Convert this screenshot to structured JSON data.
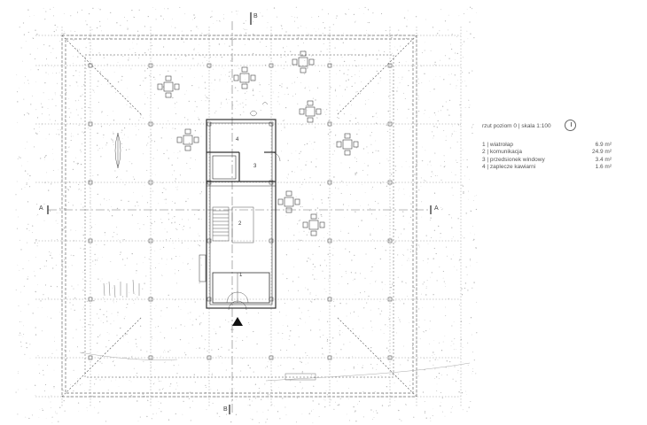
{
  "legend": {
    "title": "rzut poziom 0 | skala 1:100",
    "north_symbol": "north-arrow",
    "rooms": [
      {
        "label": "1 | wiatrołap",
        "area": "6.9 m²"
      },
      {
        "label": "2 | komunikacja",
        "area": "24.9 m²"
      },
      {
        "label": "3 | przedsionek windowy",
        "area": "3.4 m²"
      },
      {
        "label": "4 | zaplecze kawiarni",
        "area": "1.6 m²"
      }
    ]
  },
  "sections": {
    "a_left": "A",
    "a_right": "A",
    "b_top": "B",
    "b_bottom": "B"
  },
  "room_numbers": {
    "r1": "1",
    "r2": "2",
    "r3": "3",
    "r4": "4"
  },
  "colors": {
    "line": "#555555",
    "grid": "#8a8a8a",
    "speckle": "#b8b8b8",
    "wall_fill": "#ffffff"
  }
}
